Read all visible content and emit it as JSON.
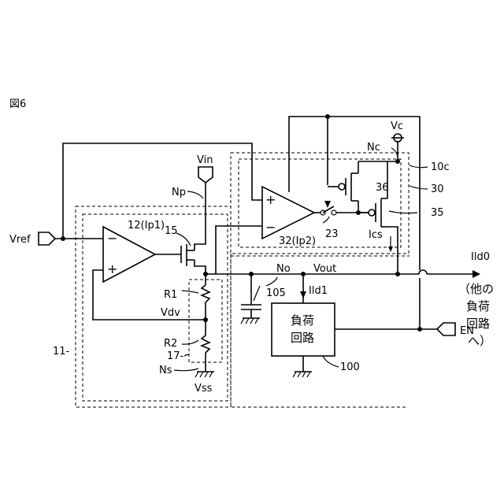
{
  "figure_label": "図6",
  "labels": {
    "vref": "Vref",
    "vin": "Vin",
    "np": "Np",
    "ip1": "12(Ip1)",
    "t15": "15",
    "ip2": "32(Ip2)",
    "t23": "23",
    "vc": "Vc",
    "nc": "Nc",
    "r10c": "10c",
    "r30": "30",
    "t36": "36",
    "t35": "35",
    "ics": "Ics",
    "ild0": "Ild0",
    "no": "No",
    "vout": "Vout",
    "c105": "105",
    "ild1": "Ild1",
    "r1": "R1",
    "vdv": "Vdv",
    "r2": "R2",
    "t17": "17-",
    "t11": "11-",
    "ns": "Ns",
    "vss": "Vss",
    "load_line1": "負荷",
    "load_line2": "回路",
    "t100": "100",
    "en": "EN",
    "other_loads": [
      "（他の",
      "負荷",
      "回路",
      "へ）"
    ],
    "opamp_minus": "−",
    "opamp_plus": "+"
  }
}
